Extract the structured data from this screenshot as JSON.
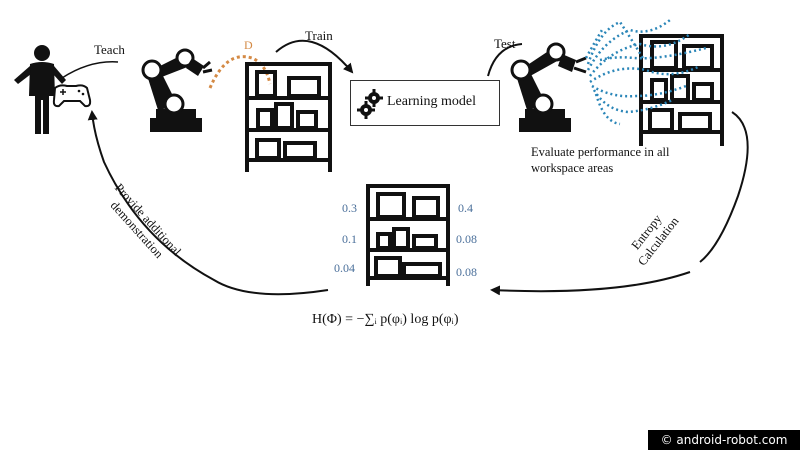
{
  "labels": {
    "teach": "Teach",
    "train": "Train",
    "test": "Test",
    "d": "D",
    "learning_model": "Learning model",
    "evaluate_line1": "Evaluate performance in all",
    "evaluate_line2": "workspace areas",
    "entropy_line1": "Entropy",
    "entropy_line2": "Calculation",
    "provide_line1": "Provide additional",
    "provide_line2": "demonstration",
    "formula": "H(Φ) = −∑ᵢ p(φᵢ) log p(φᵢ)"
  },
  "shelf_probabilities": {
    "left": [
      "0.3",
      "0.1",
      "0.04"
    ],
    "right": [
      "0.4",
      "0.08",
      "0.08"
    ]
  },
  "watermark": "© android-robot.com",
  "colors": {
    "ink": "#111111",
    "trajectory": "#d48a45",
    "probability_text": "#4a6f9a",
    "point_cloud": "#2b86b8"
  },
  "icons": [
    "person-icon",
    "gamepad-icon",
    "robot-arm-icon",
    "shelf-icon",
    "gear-icon",
    "point-cloud-icon"
  ]
}
